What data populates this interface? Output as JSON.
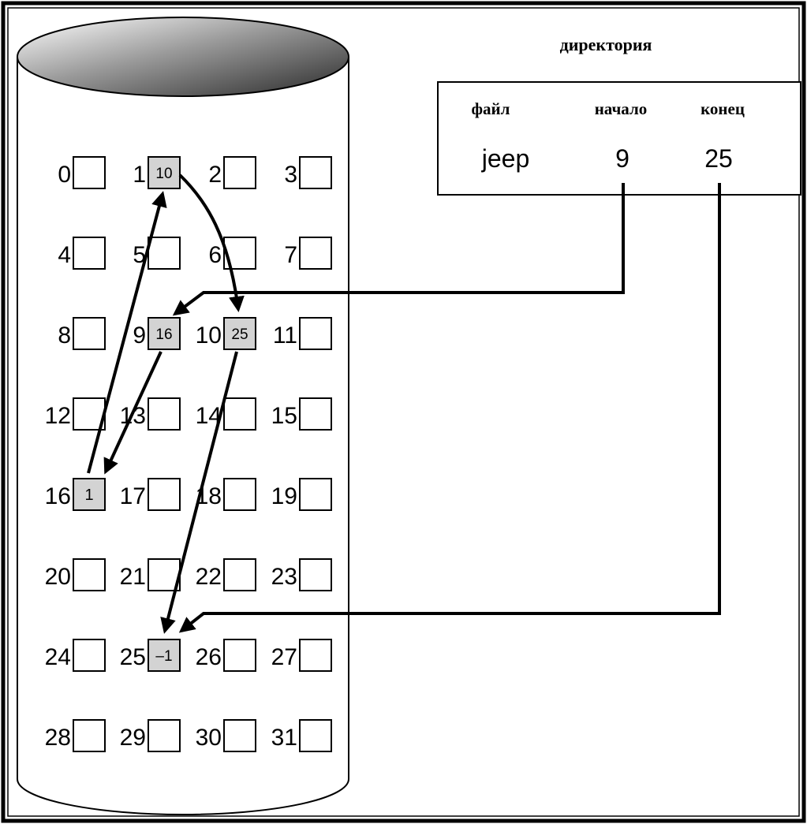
{
  "directory": {
    "title": "директория",
    "headers": {
      "file": "файл",
      "start": "начало",
      "end": "конец"
    },
    "entry": {
      "file": "jeep",
      "start": "9",
      "end": "25"
    }
  },
  "disk": {
    "columns": 4,
    "blocks": [
      {
        "n": "0"
      },
      {
        "n": "1",
        "ptr": "10"
      },
      {
        "n": "2"
      },
      {
        "n": "3"
      },
      {
        "n": "4"
      },
      {
        "n": "5"
      },
      {
        "n": "6"
      },
      {
        "n": "7"
      },
      {
        "n": "8"
      },
      {
        "n": "9",
        "ptr": "16"
      },
      {
        "n": "10",
        "ptr": "25"
      },
      {
        "n": "11"
      },
      {
        "n": "12"
      },
      {
        "n": "13"
      },
      {
        "n": "14"
      },
      {
        "n": "15"
      },
      {
        "n": "16",
        "ptr": "1"
      },
      {
        "n": "17"
      },
      {
        "n": "18"
      },
      {
        "n": "19"
      },
      {
        "n": "20"
      },
      {
        "n": "21"
      },
      {
        "n": "22"
      },
      {
        "n": "23"
      },
      {
        "n": "24"
      },
      {
        "n": "25",
        "ptr": "–1"
      },
      {
        "n": "26"
      },
      {
        "n": "27"
      },
      {
        "n": "28"
      },
      {
        "n": "29"
      },
      {
        "n": "30"
      },
      {
        "n": "31"
      }
    ]
  },
  "links": [
    {
      "from": "1",
      "to": "10"
    },
    {
      "from": "9",
      "to": "16"
    },
    {
      "from": "10",
      "to": "25"
    },
    {
      "from": "16",
      "to": "1"
    }
  ],
  "colors": {
    "used_block": "#d3d3d3",
    "empty_block": "#ffffff",
    "line": "#000000"
  }
}
